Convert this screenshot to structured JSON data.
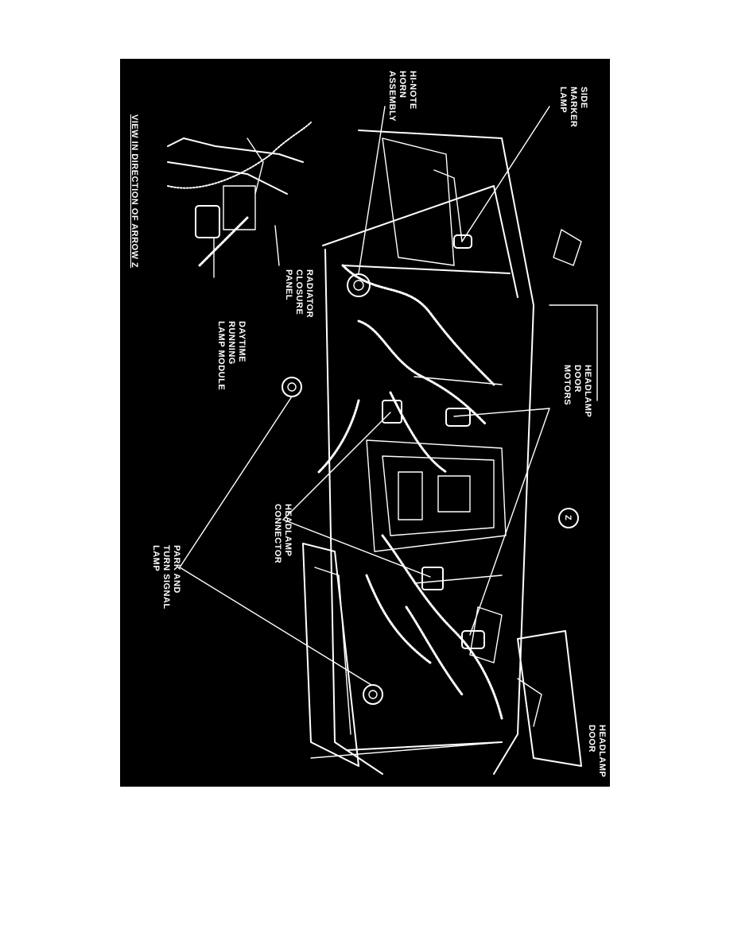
{
  "background_color": "#ffffff",
  "panel_color": "#000000",
  "line_color": "#ffffff",
  "labels": {
    "side_marker_lamp": [
      "SIDE",
      "MARKER",
      "LAMP"
    ],
    "hi_note_horn_assembly": [
      "HI-NOTE",
      "HORN",
      "ASSEMBLY"
    ],
    "view_in_direction": "VIEW IN DIRECTION OF ARROW Z",
    "headlamp_door_motors": [
      "HEADLAMP",
      "DOOR",
      "MOTORS"
    ],
    "radiator_closure_panel": [
      "RADIATOR",
      "CLOSURE",
      "PANEL"
    ],
    "daytime_running_lamp_module": [
      "DAYTIME",
      "RUNNING",
      "LAMP MODULE"
    ],
    "headlamp_connector": [
      "HEADLAMP",
      "CONNECTOR"
    ],
    "park_and_turn_signal_lamp": [
      "PARK AND",
      "TURN SIGNAL",
      "LAMP"
    ],
    "headlamp_door": [
      "HEADLAMP",
      "DOOR"
    ],
    "arrow_marker": "Z"
  }
}
